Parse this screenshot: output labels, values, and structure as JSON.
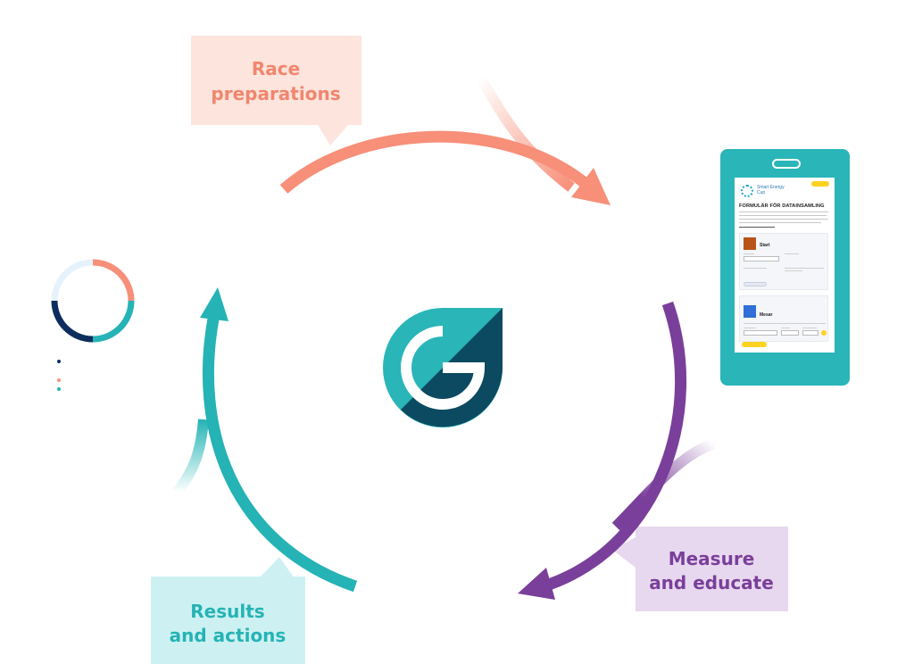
{
  "cycle": {
    "steps": [
      {
        "label_line1": "Race",
        "label_line2": "preparations",
        "bubble_color": "#fde4dc",
        "text_color": "#f0866e",
        "arrow_color": "#f78f79"
      },
      {
        "label_line1": "Measure",
        "label_line2": "and educate",
        "bubble_color": "#e7d8ef",
        "text_color": "#7a3f9a",
        "arrow_color": "#7a3f9a"
      },
      {
        "label_line1": "Results",
        "label_line2": "and actions",
        "bubble_color": "#cdf1f2",
        "text_color": "#25b3b5",
        "arrow_color": "#25b3b5"
      }
    ],
    "center_logo_icon": "smart-energy-g-logo-icon",
    "logo_colors": {
      "light": "#2ab5b8",
      "dark": "#0b4a60",
      "mid": "#154f6a"
    }
  },
  "phone": {
    "frame_color": "#2ab5b8",
    "brand": "Smart Energy Cup",
    "form_title": "FORMULÄR FÖR DATAINSAMLING",
    "section_start_title": "Start",
    "section_measure_title": "Mesar",
    "start_icon_color": "#b8541a",
    "measure_icon_color": "#2f6fd8",
    "cta_color": "#ffd21f"
  },
  "widget": {
    "ring_colors": [
      "#f78f79",
      "#25b3b5",
      "#0e2d5e",
      "#e6f2fb"
    ],
    "dot_colors": [
      "#0e2d5e",
      "#ffffff",
      "#f78f79",
      "#25b3b5"
    ]
  }
}
